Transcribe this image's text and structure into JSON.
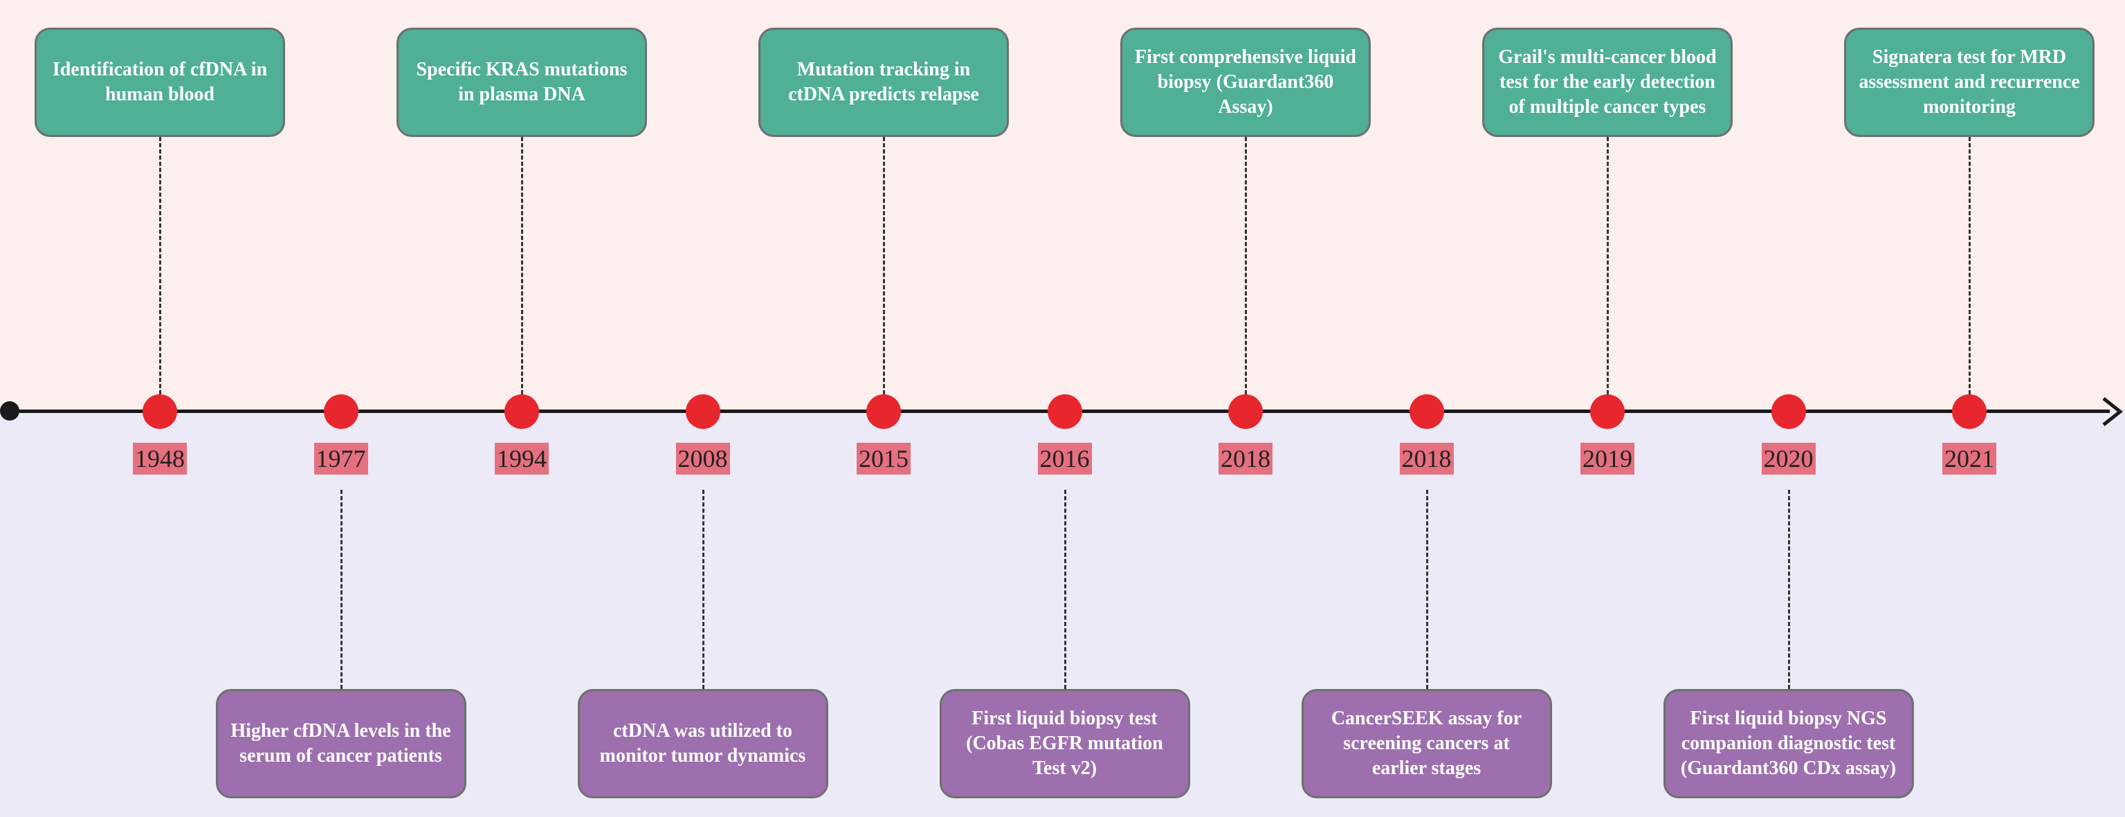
{
  "colors": {
    "top_band": "#fcefee",
    "bottom_band": "#ebeaf6",
    "top_box": "#4faf97",
    "bottom_box": "#9d6fae",
    "dot": "#e8262d",
    "year_label_bg": "#e5707f"
  },
  "timeline": [
    {
      "year": "1948",
      "position": "above",
      "text": "Identification of cfDNA in human blood"
    },
    {
      "year": "1977",
      "position": "below",
      "text": "Higher cfDNA levels in the serum of cancer patients"
    },
    {
      "year": "1994",
      "position": "above",
      "text": "Specific KRAS mutations in plasma DNA"
    },
    {
      "year": "2008",
      "position": "below",
      "text": "ctDNA was utilized to monitor tumor dynamics"
    },
    {
      "year": "2015",
      "position": "above",
      "text": "Mutation tracking in ctDNA predicts relapse"
    },
    {
      "year": "2016",
      "position": "below",
      "text": "First liquid biopsy test (Cobas EGFR mutation Test v2)"
    },
    {
      "year": "2018",
      "position": "above",
      "text": "First comprehensive liquid biopsy (Guardant360 Assay)"
    },
    {
      "year": "2018",
      "position": "below",
      "text": "CancerSEEK assay for screening cancers at earlier stages"
    },
    {
      "year": "2019",
      "position": "above",
      "text": "Grail's multi-cancer blood test for the early detection of multiple cancer types"
    },
    {
      "year": "2020",
      "position": "below",
      "text": "First liquid biopsy NGS companion diagnostic test (Guardant360 CDx assay)"
    },
    {
      "year": "2021",
      "position": "above",
      "text": "Signatera test for MRD assessment and recurrence monitoring"
    }
  ]
}
